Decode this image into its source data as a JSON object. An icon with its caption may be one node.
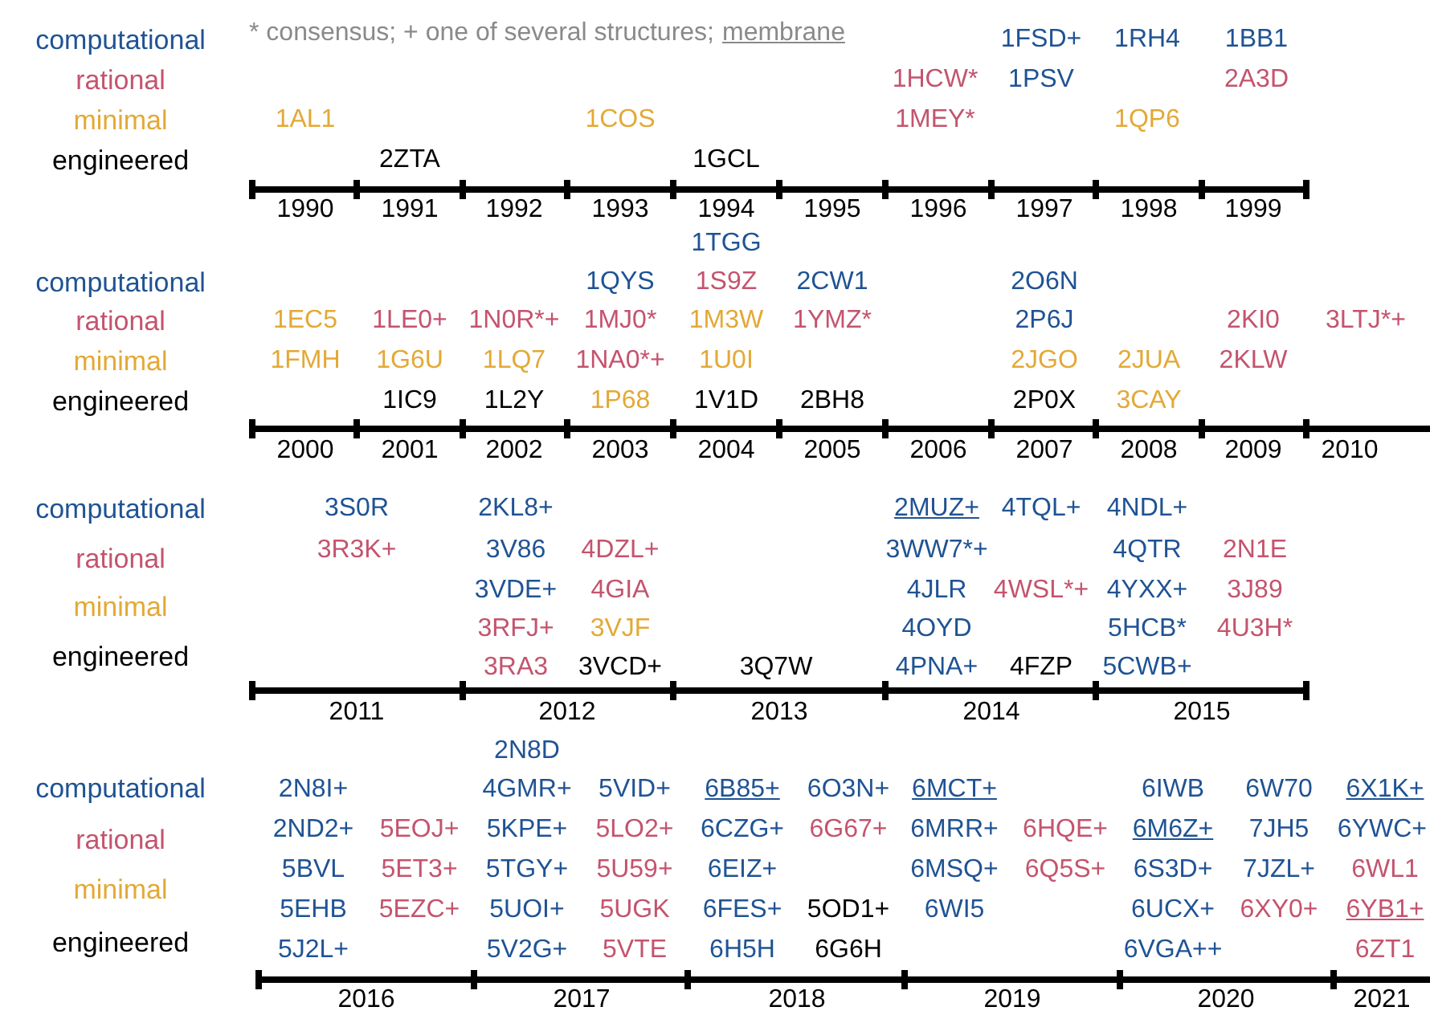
{
  "diagram": {
    "labels": [
      "* consensus; + one of several structures;",
      "membrane",
      "1AL1",
      "2ZTA",
      "1COS",
      "1GCL",
      "1HCW*",
      "1MEY*",
      "1FSD+",
      "1PSV",
      "1RH4",
      "1QP6",
      "1BB1",
      "2A3D",
      "1990",
      "1991",
      "1992",
      "1993",
      "1994",
      "1995",
      "1996",
      "1997",
      "1998",
      "1999",
      "1EC5",
      "1FMH",
      "1LE0+",
      "1G6U",
      "1IC9",
      "1N0R*+",
      "1LQ7",
      "1L2Y",
      "1QYS",
      "1MJ0*",
      "1NA0*+",
      "1P68",
      "1TGG",
      "1S9Z",
      "1M3W",
      "1U0I",
      "1V1D",
      "2CW1",
      "1YMZ*",
      "2BH8",
      "2O6N",
      "2P6J",
      "2JGO",
      "2P0X",
      "2JUA",
      "3CAY",
      "2KI0",
      "2KLW",
      "3LTJ*+",
      "2000",
      "2001",
      "2002",
      "2003",
      "2004",
      "2005",
      "2006",
      "2007",
      "2008",
      "2009",
      "2010",
      "3S0R",
      "3R3K+",
      "2KL8+",
      "3V86",
      "3VDE+",
      "3RFJ+",
      "3RA3",
      "4DZL+",
      "4GIA",
      "3VJF",
      "3VCD+",
      "3Q7W",
      "2MUZ+",
      "3WW7*+",
      "4JLR",
      "4OYD",
      "4PNA+",
      "4TQL+",
      "4WSL*+",
      "4FZP",
      "4NDL+",
      "4QTR",
      "4YXX+",
      "5HCB*",
      "5CWB+",
      "2N1E",
      "3J89",
      "4U3H*",
      "2011",
      "2012",
      "2013",
      "2014",
      "2015",
      "2N8I+",
      "2ND2+",
      "5BVL",
      "5EHB",
      "5J2L+",
      "5EOJ+",
      "5ET3+",
      "5EZC+",
      "2N8D",
      "4GMR+",
      "5KPE+",
      "5TGY+",
      "5UOI+",
      "5V2G+",
      "5VID+",
      "5LO2+",
      "5U59+",
      "5UGK",
      "5VTE",
      "6B85+",
      "6CZG+",
      "6EIZ+",
      "6FES+",
      "6H5H",
      "6O3N+",
      "6G67+",
      "5OD1+",
      "6G6H",
      "6MCT+",
      "6MRR+",
      "6MSQ+",
      "6WI5",
      "6HQE+",
      "6Q5S+",
      "6IWB",
      "6M6Z+",
      "6S3D+",
      "6UCX+",
      "6VGA++",
      "6W70",
      "7JH5",
      "7JZL+",
      "6XY0+",
      "6X1K+",
      "6YWC+",
      "6WL1",
      "6YB1+",
      "6ZT1",
      "2016",
      "2017",
      "2018",
      "2019",
      "2020",
      "2021"
    ],
    "legend": [
      {
        "text": "computational",
        "color": "#1f5394"
      },
      {
        "text": "rational",
        "color": "#c4546e"
      },
      {
        "text": "minimal",
        "color": "#e3a936"
      },
      {
        "text": "engineered",
        "color": "#000000"
      },
      {
        "text": "computational",
        "color": "#1f5394"
      },
      {
        "text": "rational",
        "color": "#c4546e"
      },
      {
        "text": "minimal",
        "color": "#e3a936"
      },
      {
        "text": "engineered",
        "color": "#000000"
      },
      {
        "text": "computational",
        "color": "#1f5394"
      },
      {
        "text": "rational",
        "color": "#c4546e"
      },
      {
        "text": "minimal",
        "color": "#e3a936"
      },
      {
        "text": "engineered",
        "color": "#000000"
      },
      {
        "text": "computational",
        "color": "#1f5394"
      },
      {
        "text": "rational",
        "color": "#c4546e"
      },
      {
        "text": "minimal",
        "color": "#e3a936"
      },
      {
        "text": "engineered",
        "color": "#000000"
      }
    ]
  }
}
